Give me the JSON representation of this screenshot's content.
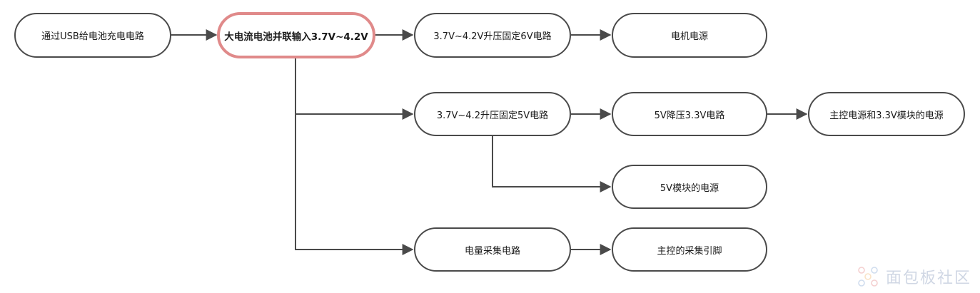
{
  "nodes": {
    "usb_charge": "通过USB给电池充电电路",
    "battery_input": "大电流电池并联输入3.7V~4.2V",
    "boost_6v": "3.7V~4.2V升压固定6V电路",
    "motor_power": "电机电源",
    "boost_5v": "3.7V~4.2升压固定5V电路",
    "buck_3v3": "5V降压3.3V电路",
    "mcu_power": "主控电源和3.3V模块的电源",
    "module_5v": "5V模块的电源",
    "battery_sense": "电量采集电路",
    "mcu_pin": "主控的采集引脚"
  },
  "watermark": "面包板社区",
  "colors": {
    "border": "#4a4a4a",
    "highlight": "#e08a8a",
    "arrow": "#4a4a4a"
  }
}
